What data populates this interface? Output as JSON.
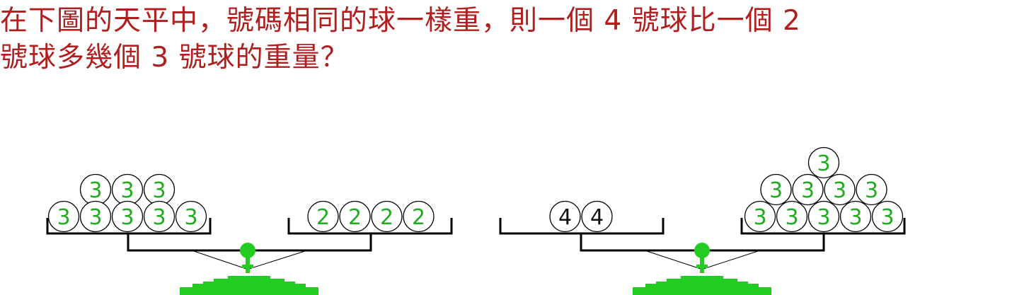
{
  "question": {
    "line1": "在下圖的天平中，號碼相同的球一樣重，則一個 4 號球比一個 2",
    "line2": "號球多幾個 3 號球的重量？"
  },
  "colors": {
    "question_text": "#b01e1e",
    "balance_green": "#22cc22",
    "ball_green_label": "#22aa22",
    "ball_black_label": "#111111",
    "line": "#000000"
  },
  "balances": [
    {
      "left_pan": {
        "rows": [
          [
            "3",
            "3",
            "3"
          ],
          [
            "3",
            "3",
            "3",
            "3",
            "3"
          ]
        ]
      },
      "right_pan": {
        "rows": [
          [
            "2",
            "2",
            "2",
            "2"
          ]
        ]
      }
    },
    {
      "left_pan": {
        "rows": [
          [
            "4",
            "4"
          ]
        ]
      },
      "right_pan": {
        "rows": [
          [
            "3"
          ],
          [
            "3",
            "3",
            "3",
            "3"
          ],
          [
            "3",
            "3",
            "3",
            "3",
            "3"
          ]
        ]
      }
    }
  ]
}
